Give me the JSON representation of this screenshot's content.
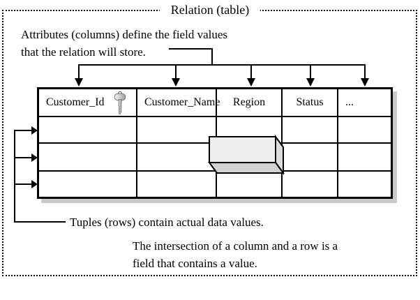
{
  "frame": {
    "title": "Relation (table)"
  },
  "notes": {
    "attributes": [
      "Attributes (columns) define the field values",
      "that the relation will store."
    ],
    "tuples": "Tuples (rows) contain actual data values.",
    "intersection": [
      "The intersection of a column and a row is a",
      "field that contains a value."
    ]
  },
  "table": {
    "columns": [
      "Customer_Id",
      "Customer_Name",
      "Region",
      "Status",
      "..."
    ],
    "primary_key_column": "Customer_Id",
    "icons": {
      "primary_key": "key-icon"
    },
    "data_rows": 3
  },
  "colors": {
    "line": "#000000",
    "text": "#000000",
    "table_shadow": "#c9c9c9",
    "field_box_front": "#efefef",
    "field_box_side": "#dcdcdc",
    "field_box_bottom": "#d2d2d2",
    "key_light": "#f4f4f4",
    "key_mid": "#cfcfcf",
    "key_dark": "#9a9a9a"
  }
}
